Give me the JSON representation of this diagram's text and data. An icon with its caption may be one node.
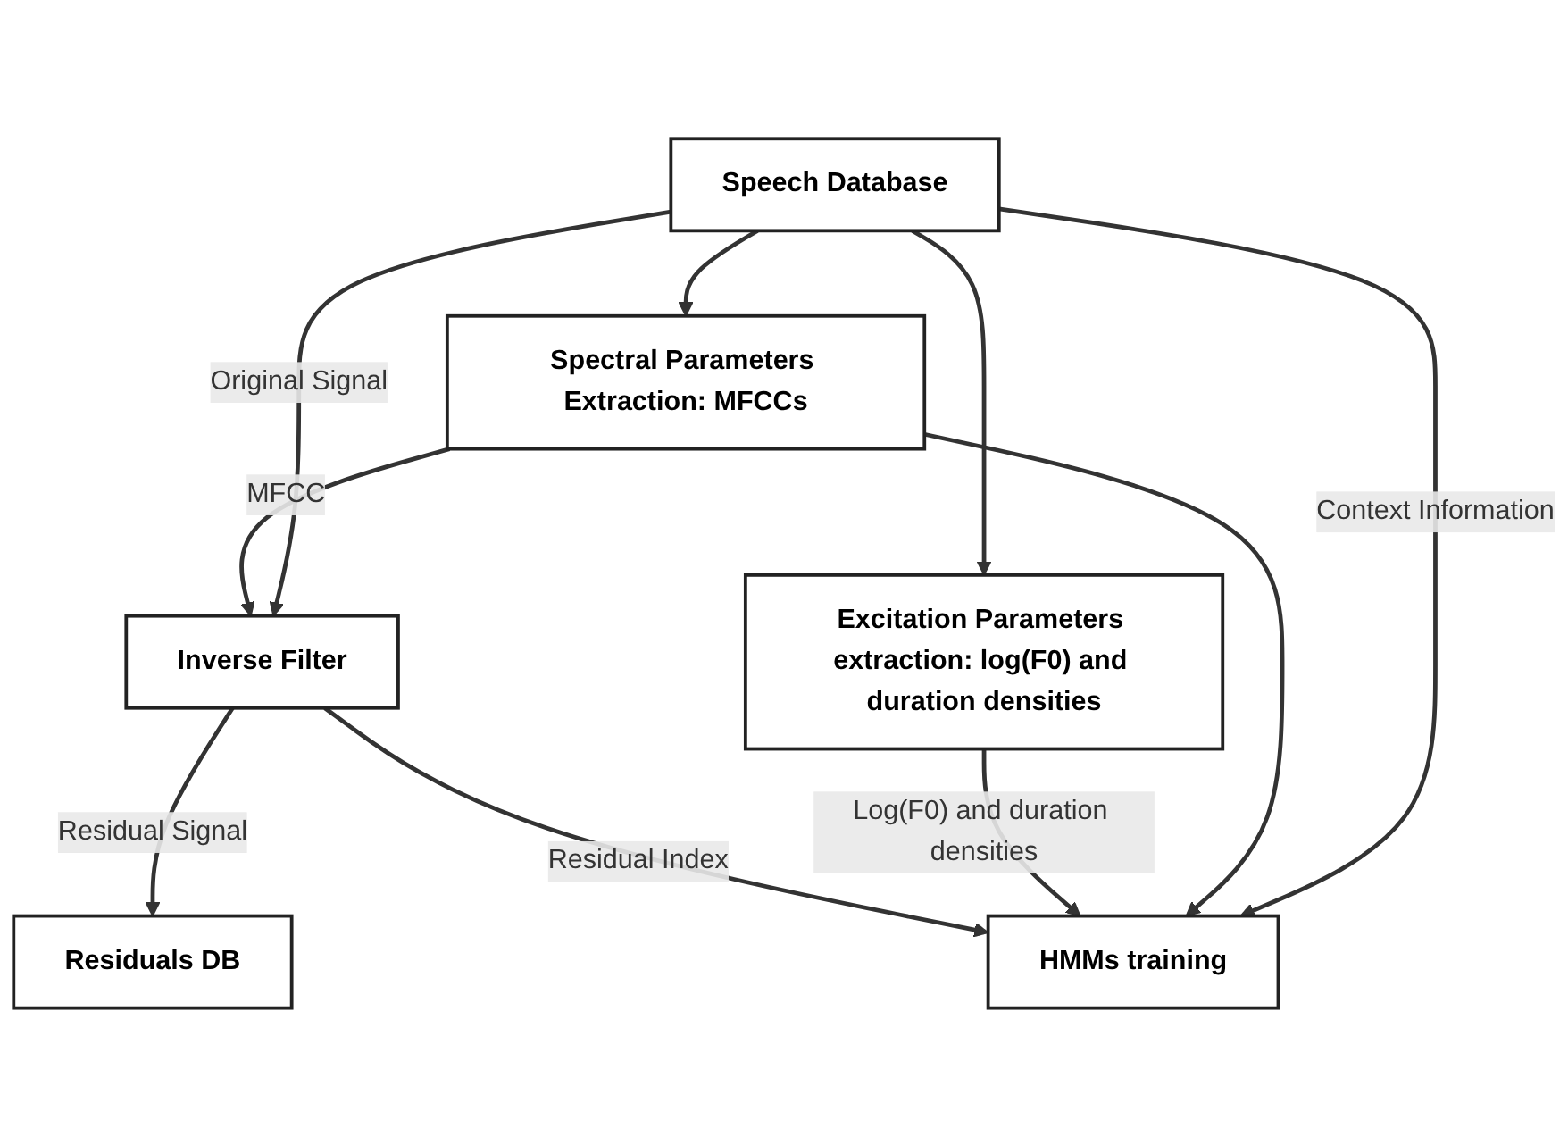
{
  "diagram": {
    "nodes": [
      {
        "text": [
          "Speech Database"
        ]
      },
      {
        "text": [
          "Spectral Parameters Extraction: MFCCs"
        ]
      },
      {
        "text": [
          "Excitation Parameters extraction: log(F0) and duration densities"
        ]
      },
      {
        "text": [
          "Inverse Filter"
        ]
      },
      {
        "text": [
          "HMMs training"
        ]
      },
      {
        "text": [
          "Residuals DB"
        ]
      }
    ],
    "edges": [
      {
        "from": 0,
        "to": 1,
        "arrow": "to"
      },
      {
        "from": 0,
        "to": 2,
        "arrow": "to"
      },
      {
        "from": 0,
        "to": 3,
        "arrow": "to",
        "label": "Original Signal"
      },
      {
        "from": 0,
        "to": 4,
        "arrow": "to",
        "label": "Context Information"
      },
      {
        "from": 1,
        "to": 3,
        "arrow": "to",
        "label": "MFCC"
      },
      {
        "from": 1,
        "to": 4,
        "arrow": "to"
      },
      {
        "from": 2,
        "to": 4,
        "arrow": "to",
        "label": "Log(F0) and duration densities"
      },
      {
        "from": 3,
        "to": 5,
        "arrow": "to",
        "label": "Residual Signal"
      },
      {
        "from": 3,
        "to": 4,
        "arrow": "to",
        "label": "Residual Index"
      }
    ]
  }
}
